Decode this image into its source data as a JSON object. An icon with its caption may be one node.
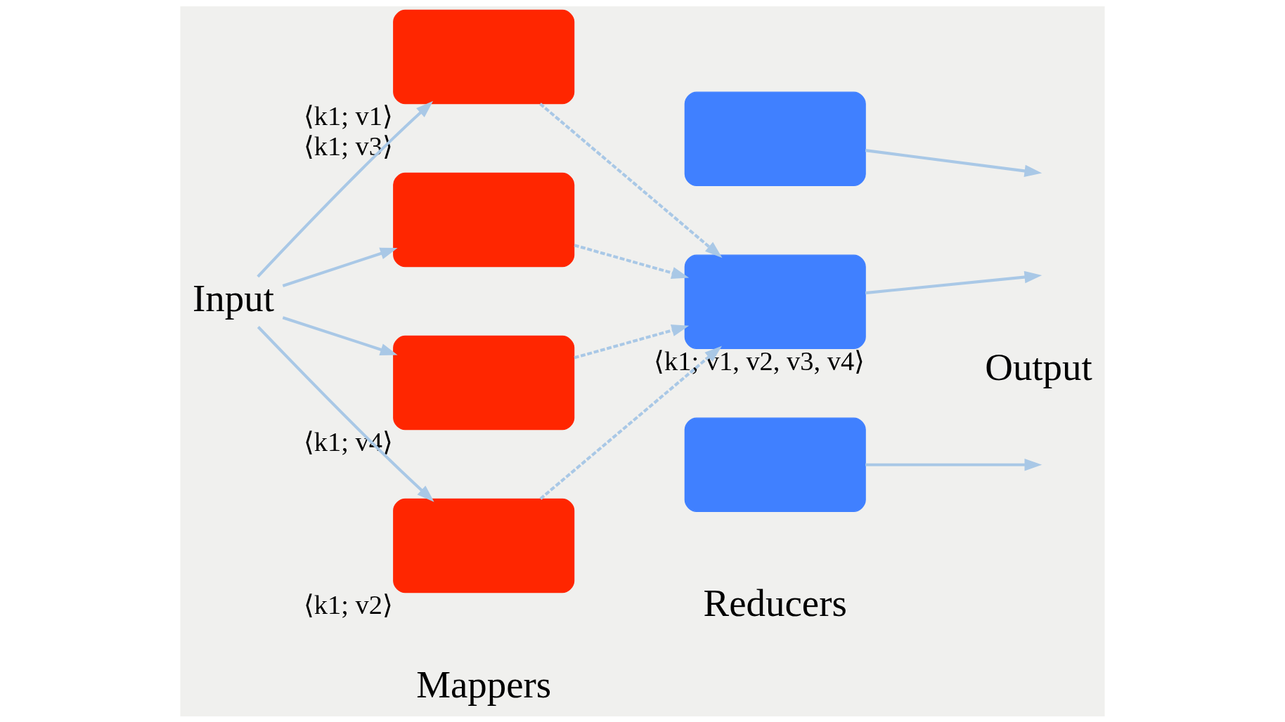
{
  "diagram": {
    "nodes": [
      {
        "text": [
          "Input"
        ]
      },
      {
        "text": [],
        "shape": "box",
        "beside": [
          "⟨k1; v1⟩",
          "⟨k1; v3⟩"
        ]
      },
      {
        "text": [],
        "shape": "box"
      },
      {
        "text": [],
        "shape": "box",
        "beside": [
          "⟨k1; v4⟩"
        ]
      },
      {
        "text": [],
        "shape": "box",
        "beside": [
          "⟨k1; v2⟩"
        ]
      },
      {
        "text": [],
        "shape": "box"
      },
      {
        "text": [],
        "shape": "box",
        "beside": [
          "⟨k1; v1, v2, v3, v4⟩"
        ]
      },
      {
        "text": [],
        "shape": "box"
      }
    ],
    "edges": [
      {
        "from": 0,
        "to": 1,
        "arrow": "to"
      },
      {
        "from": 0,
        "to": 2,
        "arrow": "to"
      },
      {
        "from": 0,
        "to": 3,
        "arrow": "to"
      },
      {
        "from": 0,
        "to": 4,
        "arrow": "to"
      },
      {
        "from": 1,
        "to": 6,
        "arrow": "to",
        "style": "dashed"
      },
      {
        "from": 2,
        "to": 6,
        "arrow": "to",
        "style": "dashed"
      },
      {
        "from": 3,
        "to": 6,
        "arrow": "to",
        "style": "dashed"
      },
      {
        "from": 4,
        "to": 6,
        "arrow": "to",
        "style": "dashed"
      },
      {
        "from": 5,
        "to": null,
        "arrow": "to"
      },
      {
        "from": 6,
        "to": null,
        "arrow": "to"
      },
      {
        "from": 7,
        "to": null,
        "arrow": "to"
      }
    ],
    "labels": [
      "Output",
      "Mappers",
      "Reducers"
    ]
  }
}
